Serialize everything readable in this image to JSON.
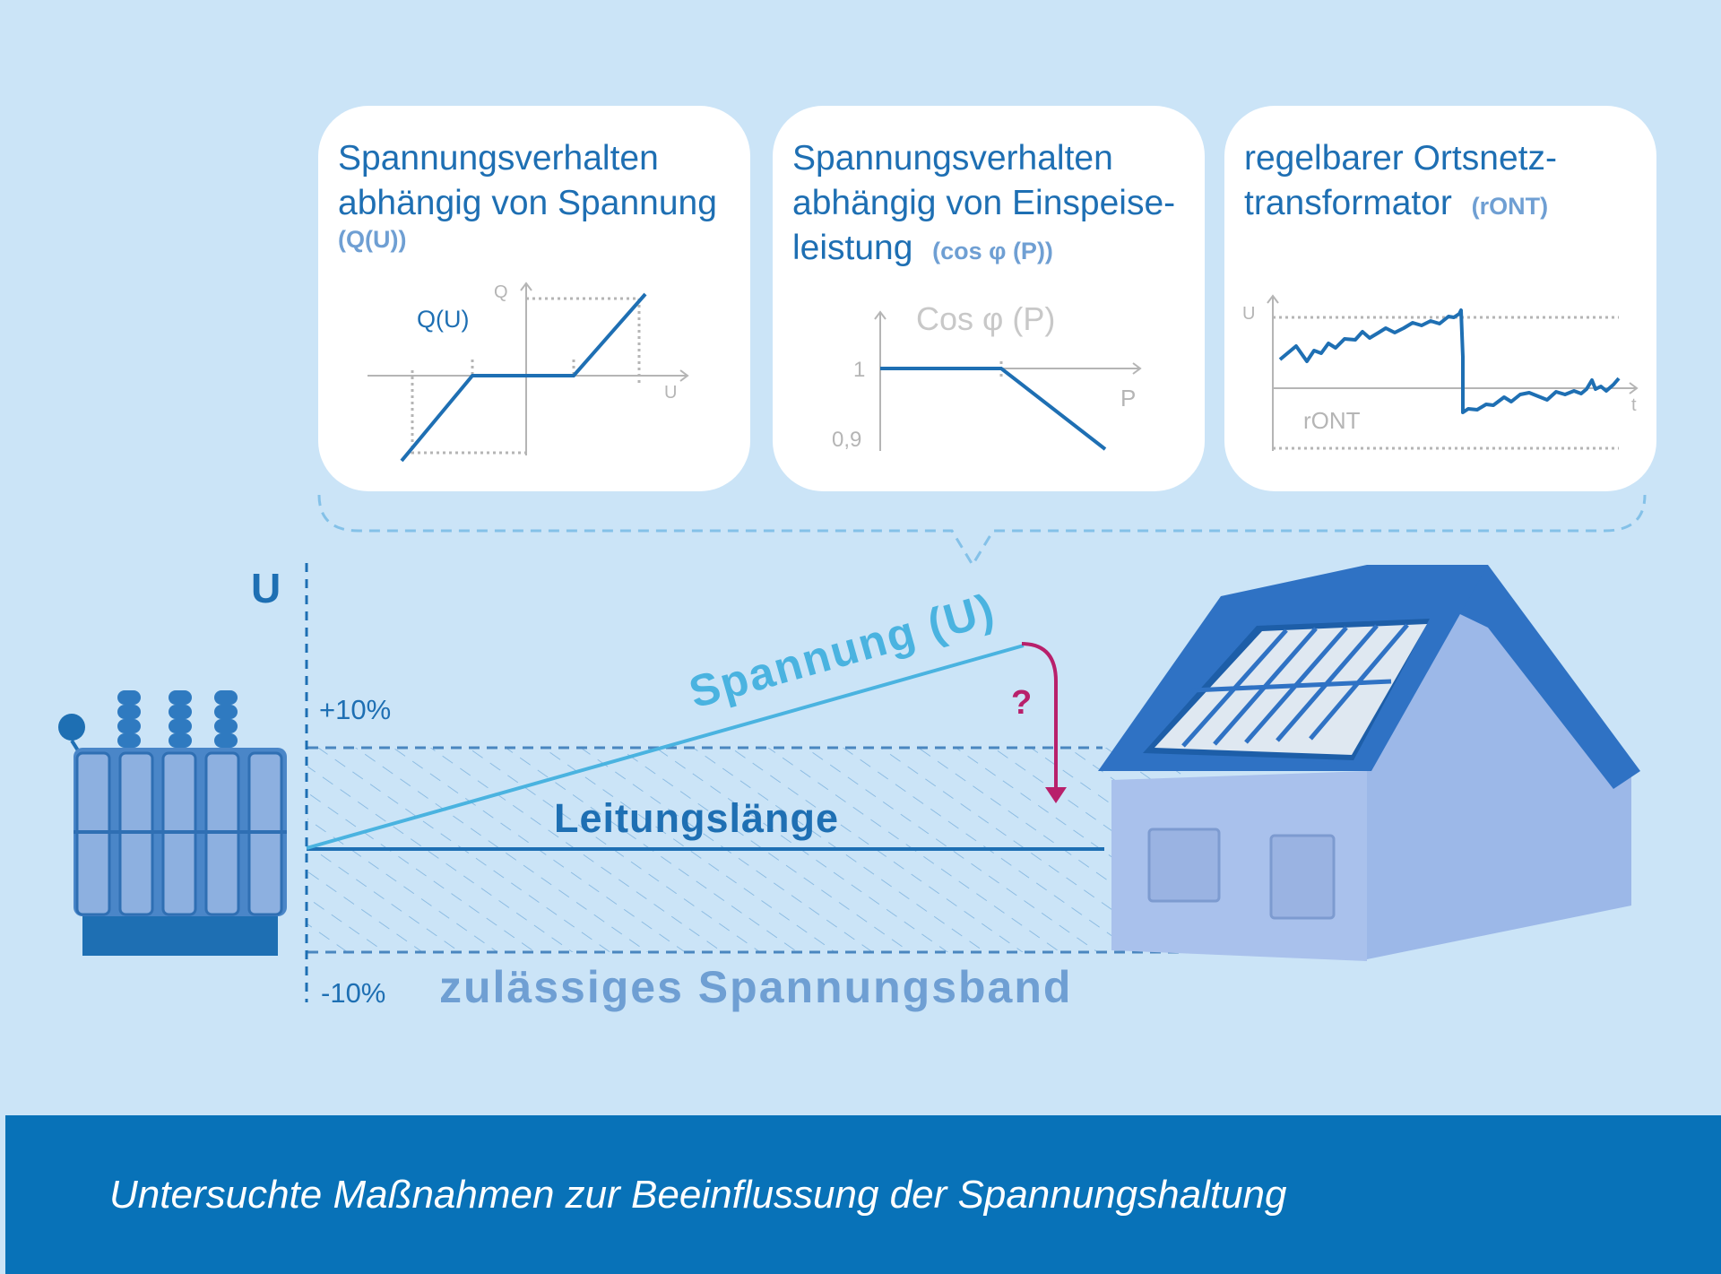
{
  "colors": {
    "background": "#cbe4f7",
    "primary_blue": "#1e6fb3",
    "light_blue_line": "#4ab3e0",
    "pale_label": "#6f9fd3",
    "magenta": "#b8206b",
    "footer": "#0872b8"
  },
  "cards": [
    {
      "title_lines": [
        "Spannungsverhalten",
        "abhängig von Spannung"
      ],
      "subtitle": "(Q(U))",
      "chart_label": "Q(U)",
      "axis_y": "Q",
      "axis_x": "U"
    },
    {
      "title_lines": [
        "Spannungsverhalten",
        "abhängig von Einspeise-",
        "leistung"
      ],
      "subtitle": "(cos φ (P))",
      "chart_label": "Cos φ (P)",
      "axis_x": "P",
      "tick_1": "1",
      "tick_09": "0,9"
    },
    {
      "title_lines": [
        "regelbarer  Ortsnetz-",
        "transformator"
      ],
      "subtitle": "(rONT)",
      "chart_label": "rONT",
      "axis_y": "U",
      "axis_x": "t"
    }
  ],
  "diagram": {
    "axis_label": "U",
    "plus_label": "+10%",
    "minus_label": "-10%",
    "band_label": "zulässiges Spannungsband",
    "voltage_label": "Spannung (U)",
    "line_label": "Leitungslänge",
    "question_mark": "?"
  },
  "footer": {
    "caption": "Untersuchte Maßnahmen zur Beeinflussung der Spannungshaltung"
  }
}
